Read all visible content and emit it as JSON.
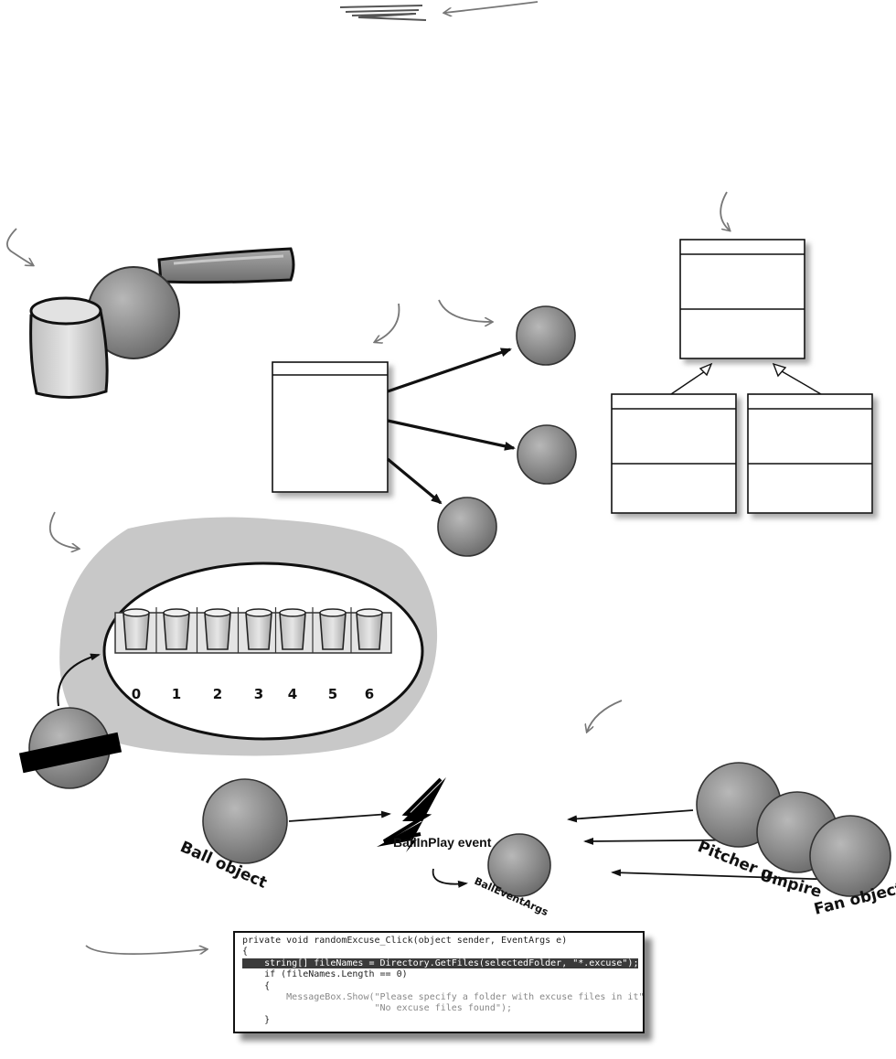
{
  "labels": {
    "event_name": "BallInPlay event",
    "event_args": "BallEventArgs",
    "ball_object": "Ball object",
    "pitcher_object": "Pitcher o",
    "umpire_object": "Umpire",
    "fan_object": "Fan object"
  },
  "array": {
    "indices": [
      "0",
      "1",
      "2",
      "3",
      "4",
      "5",
      "6"
    ]
  },
  "code": {
    "lines": [
      "private void randomExcuse_Click(object sender, EventArgs e)",
      "{",
      "    string[] fileNames = Directory.GetFiles(selectedFolder, \"*.excuse\");",
      "    if (fileNames.Length == 0)",
      "    {",
      "        MessageBox.Show(\"Please specify a folder with excuse files in it\",",
      "                        \"No excuse files found\");",
      "    }"
    ],
    "highlighted_line": 2
  },
  "colors": {
    "ball_fill": "#8f8f8f",
    "ball_highlight": "#b4b4b4",
    "heap_blob": "#c8c8c8",
    "ink": "#111111",
    "pencil": "#777777"
  }
}
